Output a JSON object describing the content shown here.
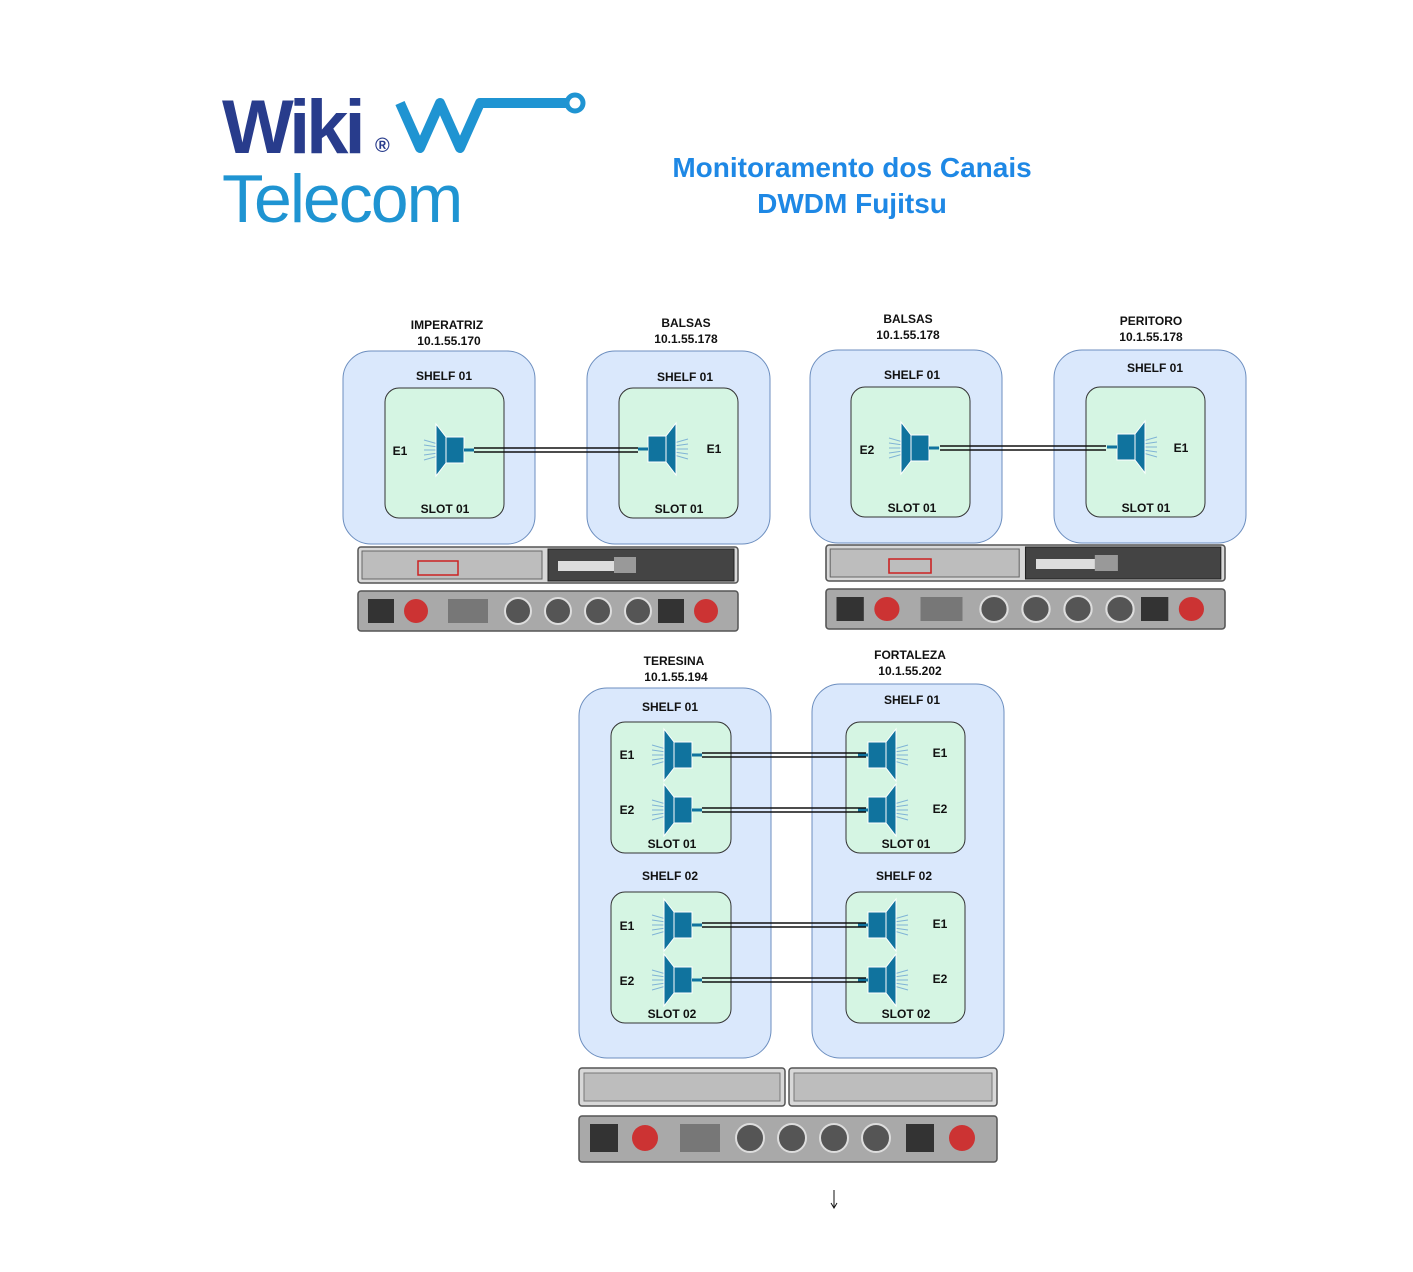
{
  "brand": {
    "line1": "Wiki",
    "registered": "®",
    "line2": "Telecom",
    "colors": {
      "navy": "#283c8c",
      "blue": "#1f94d2"
    }
  },
  "title": {
    "line1": "Monitoramento dos Canais",
    "line2": "DWDM Fujitsu"
  },
  "colors": {
    "title": "#1e88e5",
    "site_fill": "#dae8fc",
    "site_stroke": "#6c8ebf",
    "slot_fill": "#d5f5e3",
    "slot_stroke": "#333333",
    "amp": "#10739e"
  },
  "sites": [
    {
      "name": "IMPERATRIZ",
      "ip": "10.1.55.170",
      "shelf": "SHELF 01",
      "slot": "SLOT 01",
      "ports": [
        "E1"
      ]
    },
    {
      "name": "BALSAS",
      "ip": "10.1.55.178",
      "shelf": "SHELF 01",
      "slot": "SLOT 01",
      "ports": [
        "E1"
      ]
    },
    {
      "name": "BALSAS",
      "ip": "10.1.55.178",
      "shelf": "SHELF 01",
      "slot": "SLOT 01",
      "ports": [
        "E2"
      ]
    },
    {
      "name": "PERITORO",
      "ip": "10.1.55.178",
      "shelf": "SHELF 01",
      "slot": "SLOT 01",
      "ports": [
        "E1"
      ]
    },
    {
      "name": "TERESINA",
      "ip": "10.1.55.194",
      "shelves": [
        {
          "shelf": "SHELF 01",
          "slot": "SLOT 01",
          "ports": [
            "E1",
            "E2"
          ]
        },
        {
          "shelf": "SHELF 02",
          "slot": "SLOT 02",
          "ports": [
            "E1",
            "E2"
          ]
        }
      ]
    },
    {
      "name": "FORTALEZA",
      "ip": "10.1.55.202",
      "shelves": [
        {
          "shelf": "SHELF 01",
          "slot": "SLOT 01",
          "ports": [
            "E1",
            "E2"
          ]
        },
        {
          "shelf": "SHELF 02",
          "slot": "SLOT 02",
          "ports": [
            "E1",
            "E2"
          ]
        }
      ]
    }
  ],
  "links": [
    {
      "from": "IMPERATRIZ E1",
      "to": "BALSAS E1"
    },
    {
      "from": "BALSAS E2",
      "to": "PERITORO E1"
    },
    {
      "from": "TERESINA SHELF 01 E1",
      "to": "FORTALEZA SHELF 01 E1"
    },
    {
      "from": "TERESINA SHELF 01 E2",
      "to": "FORTALEZA SHELF 01 E2"
    },
    {
      "from": "TERESINA SHELF 02 E1",
      "to": "FORTALEZA SHELF 02 E1"
    },
    {
      "from": "TERESINA SHELF 02 E2",
      "to": "FORTALEZA SHELF 02 E2"
    }
  ],
  "icons": {
    "amplifier": "optical-amplifier-icon",
    "device": "fujitsu-chassis-image",
    "arrow": "down-arrow-icon"
  }
}
